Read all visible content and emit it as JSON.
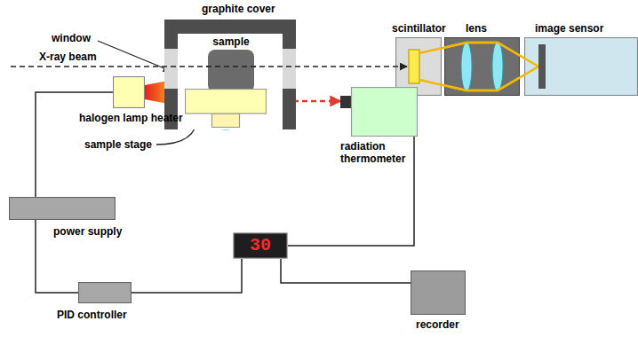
{
  "diagram": {
    "nodes": [
      {
        "text": [
          "graphite cover"
        ]
      },
      {
        "text": [
          "sample"
        ],
        "in": 0
      },
      {
        "text": [
          "sample stage"
        ],
        "in": 0
      },
      {
        "text": [
          "scintillator"
        ]
      },
      {
        "text": [
          "lens"
        ]
      },
      {
        "text": [
          "image sensor"
        ]
      },
      {
        "text": [
          "halogen lamp heater"
        ]
      },
      {
        "text": [
          "radiation thermometer"
        ]
      },
      {
        "text": [
          "power supply"
        ]
      },
      {
        "text": [
          "30"
        ]
      },
      {
        "text": [
          "PID controller"
        ]
      },
      {
        "text": [
          "recorder"
        ]
      }
    ],
    "edges": [
      {
        "from": 6,
        "to": 8,
        "arrow": "none"
      },
      {
        "from": 8,
        "to": 10,
        "arrow": "none"
      },
      {
        "from": 10,
        "to": 9,
        "arrow": "none"
      },
      {
        "from": 9,
        "to": 7,
        "arrow": "none"
      },
      {
        "from": 9,
        "to": 11,
        "arrow": "none"
      },
      {
        "from": 2,
        "to": 7,
        "arrow": "to"
      }
    ],
    "labels": [
      "window",
      "X-ray beam"
    ]
  }
}
